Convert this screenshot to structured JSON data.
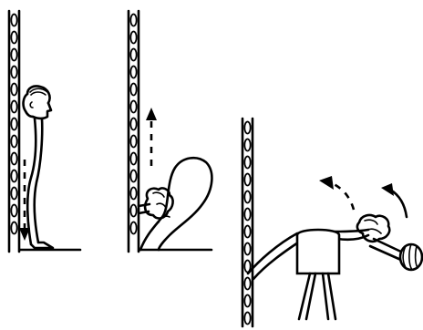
{
  "figure": {
    "panels": [
      {
        "name": "standing-against-wall",
        "arrow_direction": "down"
      },
      {
        "name": "seated-forward-bend",
        "arrow_direction": "up"
      },
      {
        "name": "backbend-over-stool",
        "arrow_direction": "backward-arc"
      }
    ],
    "colors": {
      "ink": "#000000",
      "background": "#ffffff"
    }
  }
}
